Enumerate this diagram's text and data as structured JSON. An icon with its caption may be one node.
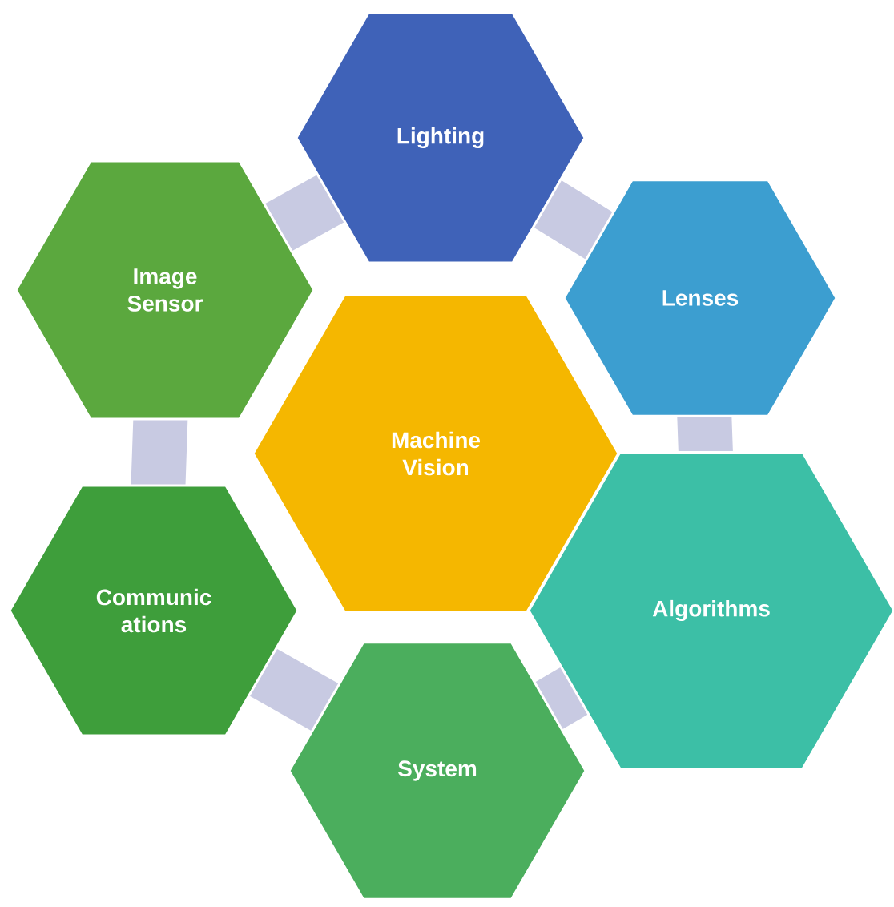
{
  "diagram": {
    "nodes": [
      {
        "text": [
          "Lighting"
        ]
      },
      {
        "text": [
          "Image Sensor"
        ]
      },
      {
        "text": [
          "Lenses"
        ]
      },
      {
        "text": [
          "Machine Vision"
        ]
      },
      {
        "text": [
          "Communic ations"
        ]
      },
      {
        "text": [
          "Algorithms"
        ]
      },
      {
        "text": [
          "System"
        ]
      }
    ]
  }
}
